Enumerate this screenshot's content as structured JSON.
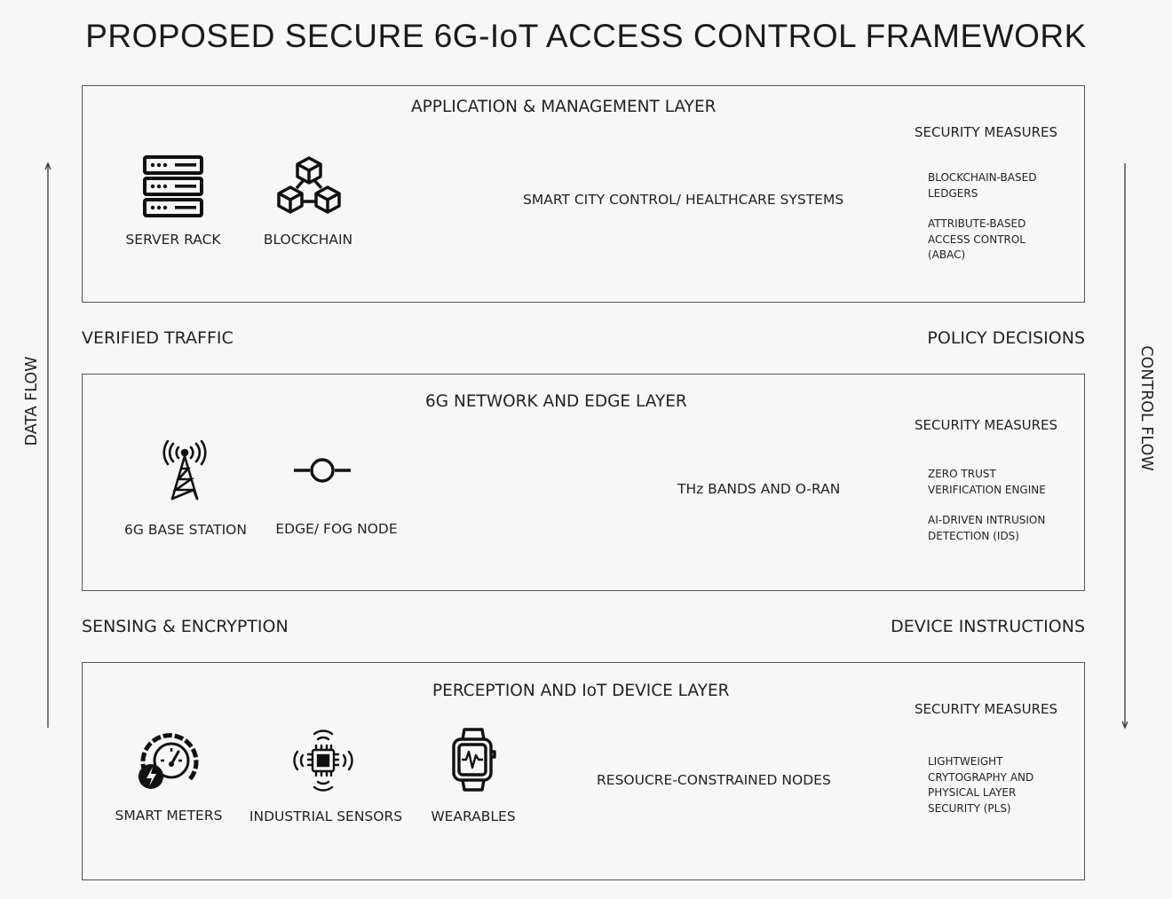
{
  "title": "PROPOSED SECURE 6G-IoT ACCESS CONTROL FRAMEWORK",
  "side": {
    "left": "DATA FLOW",
    "right": "CONTROL FLOW"
  },
  "between": {
    "upper_left": "VERIFIED TRAFFIC",
    "upper_right": "POLICY DECISIONS",
    "lower_left": "SENSING & ENCRYPTION",
    "lower_right": "DEVICE INSTRUCTIONS"
  },
  "layers": {
    "app": {
      "title": "APPLICATION & MANAGEMENT LAYER",
      "icons": [
        {
          "name": "server-rack-icon",
          "label": "SERVER RACK"
        },
        {
          "name": "blockchain-icon",
          "label": "BLOCKCHAIN"
        }
      ],
      "center": "SMART CITY CONTROL/ HEALTHCARE SYSTEMS",
      "security_heading": "SECURITY MEASURES",
      "security": [
        "BLOCKCHAIN-BASED LEDGERS",
        "ATTRIBUTE-BASED ACCESS CONTROL (ABAC)"
      ]
    },
    "network": {
      "title": "6G NETWORK AND EDGE LAYER",
      "icons": [
        {
          "name": "base-station-icon",
          "label": "6G BASE STATION"
        },
        {
          "name": "edge-node-icon",
          "label": "EDGE/ FOG NODE"
        }
      ],
      "center": "THz BANDS AND O-RAN",
      "security_heading": "SECURITY MEASURES",
      "security": [
        "ZERO TRUST VERIFICATION ENGINE",
        "AI-DRIVEN INTRUSION DETECTION (IDS)"
      ]
    },
    "device": {
      "title": "PERCEPTION AND IoT DEVICE LAYER",
      "icons": [
        {
          "name": "smart-meter-icon",
          "label": "SMART METERS"
        },
        {
          "name": "industrial-sensor-icon",
          "label": "INDUSTRIAL SENSORS"
        },
        {
          "name": "wearable-icon",
          "label": "WEARABLES"
        }
      ],
      "center": "RESOUCRE-CONSTRAINED NODES",
      "security_heading": "SECURITY MEASURES",
      "security": [
        "LIGHTWEIGHT CRYTOGRAPHY AND PHYSICAL LAYER SECURITY (PLS)"
      ]
    }
  }
}
